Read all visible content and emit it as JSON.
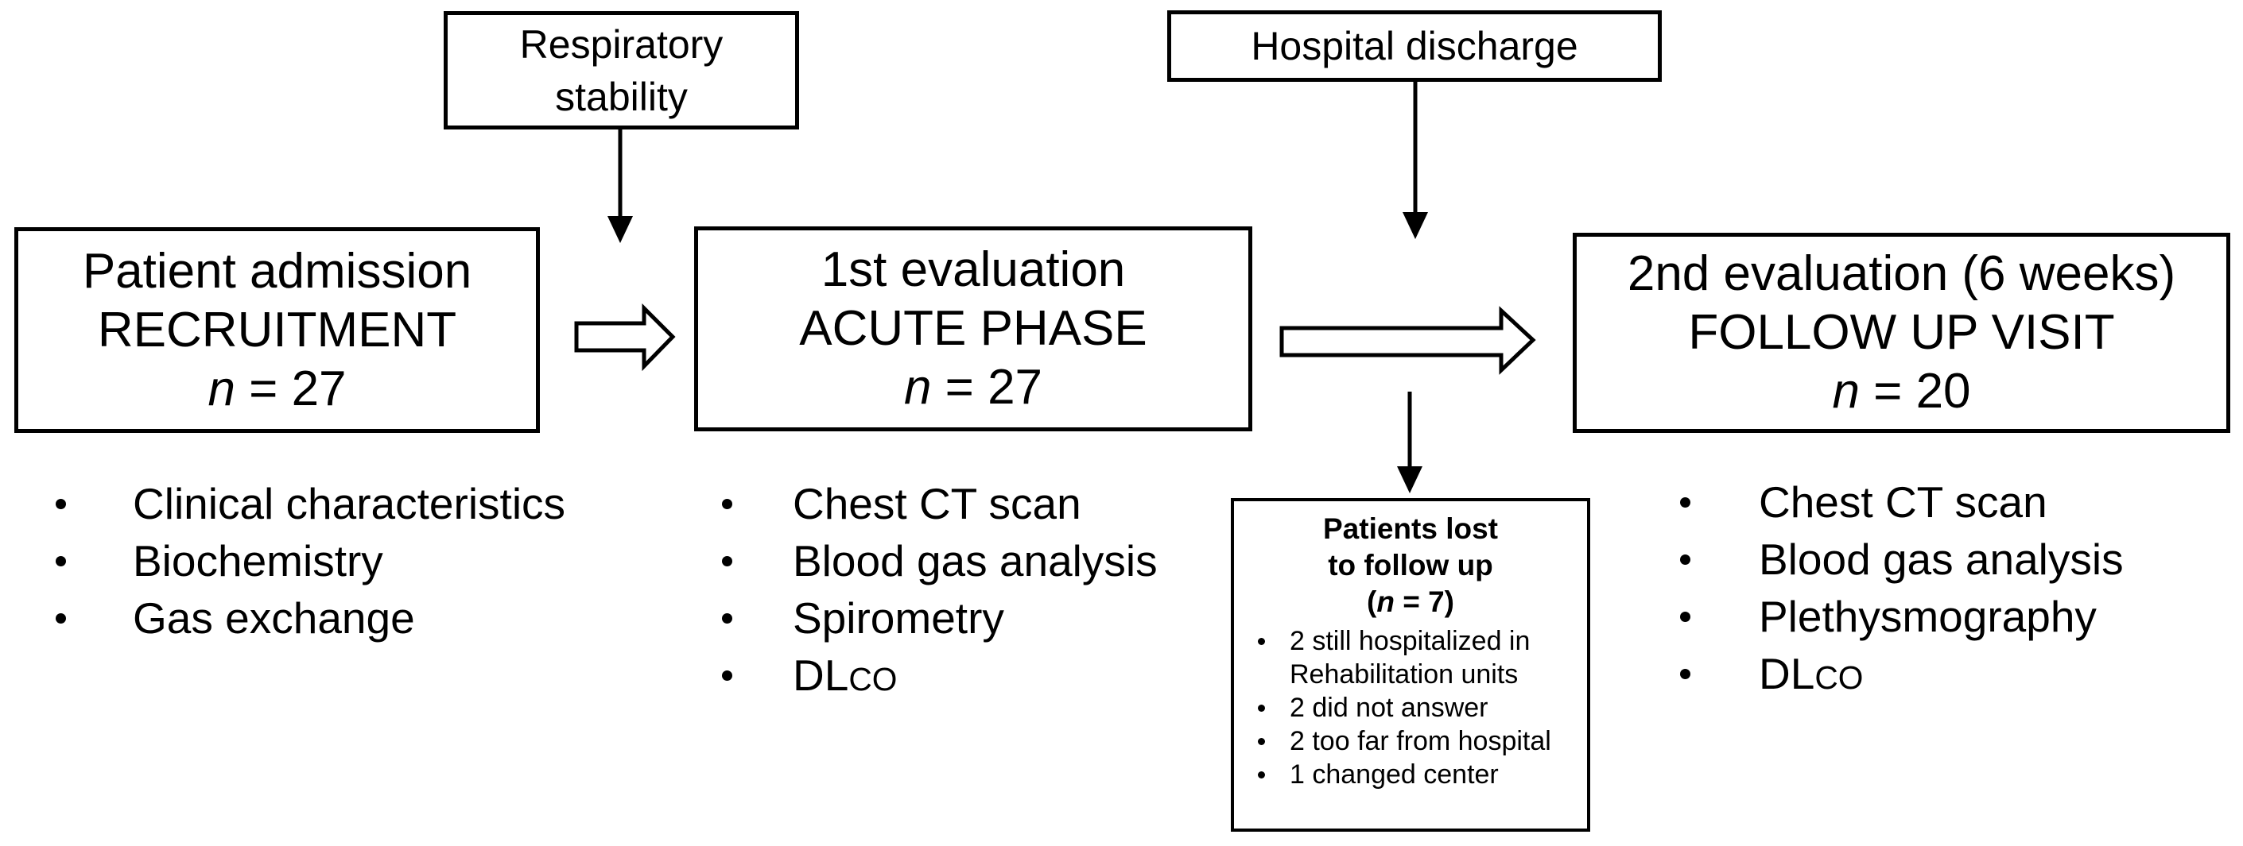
{
  "diagram": {
    "background_color": "#ffffff",
    "line_color": "#000000"
  },
  "top_boxes": {
    "respiratory": {
      "line1": "Respiratory",
      "line2": "stability"
    },
    "hospital": {
      "label": "Hospital discharge"
    }
  },
  "main_boxes": {
    "recruitment": {
      "line1": "Patient admission",
      "line2": "RECRUITMENT",
      "n_italic": "n",
      "n_rest": " = 27"
    },
    "acute": {
      "line1": "1st evaluation",
      "line2": "ACUTE PHASE",
      "n_italic": "n",
      "n_rest": " = 27"
    },
    "followup": {
      "line1": "2nd evaluation (6 weeks)",
      "line2": "FOLLOW UP VISIT",
      "n_italic": "n",
      "n_rest": " = 20"
    }
  },
  "lists": {
    "recruitment": {
      "items": [
        {
          "text": "Clinical characteristics"
        },
        {
          "text": "Biochemistry"
        },
        {
          "text": "Gas exchange"
        }
      ]
    },
    "acute": {
      "items": [
        {
          "text": "Chest CT scan"
        },
        {
          "text": "Blood gas analysis"
        },
        {
          "text": "Spirometry"
        },
        {
          "text": "DL",
          "sub": "CO"
        }
      ]
    },
    "followup": {
      "items": [
        {
          "text": "Chest CT scan"
        },
        {
          "text": "Blood gas analysis"
        },
        {
          "text": "Plethysmography"
        },
        {
          "text": "DL",
          "sub": "CO"
        }
      ]
    }
  },
  "lost_box": {
    "title_line1": "Patients lost",
    "title_line2": "to follow up",
    "n_prefix": "(",
    "n_italic": "n",
    "n_suffix": " = 7)",
    "items": [
      {
        "text": "2 still hospitalized in Rehabilitation units"
      },
      {
        "text": "2 did not answer"
      },
      {
        "text": "2 too far from hospital"
      },
      {
        "text": "1 changed center"
      }
    ]
  }
}
